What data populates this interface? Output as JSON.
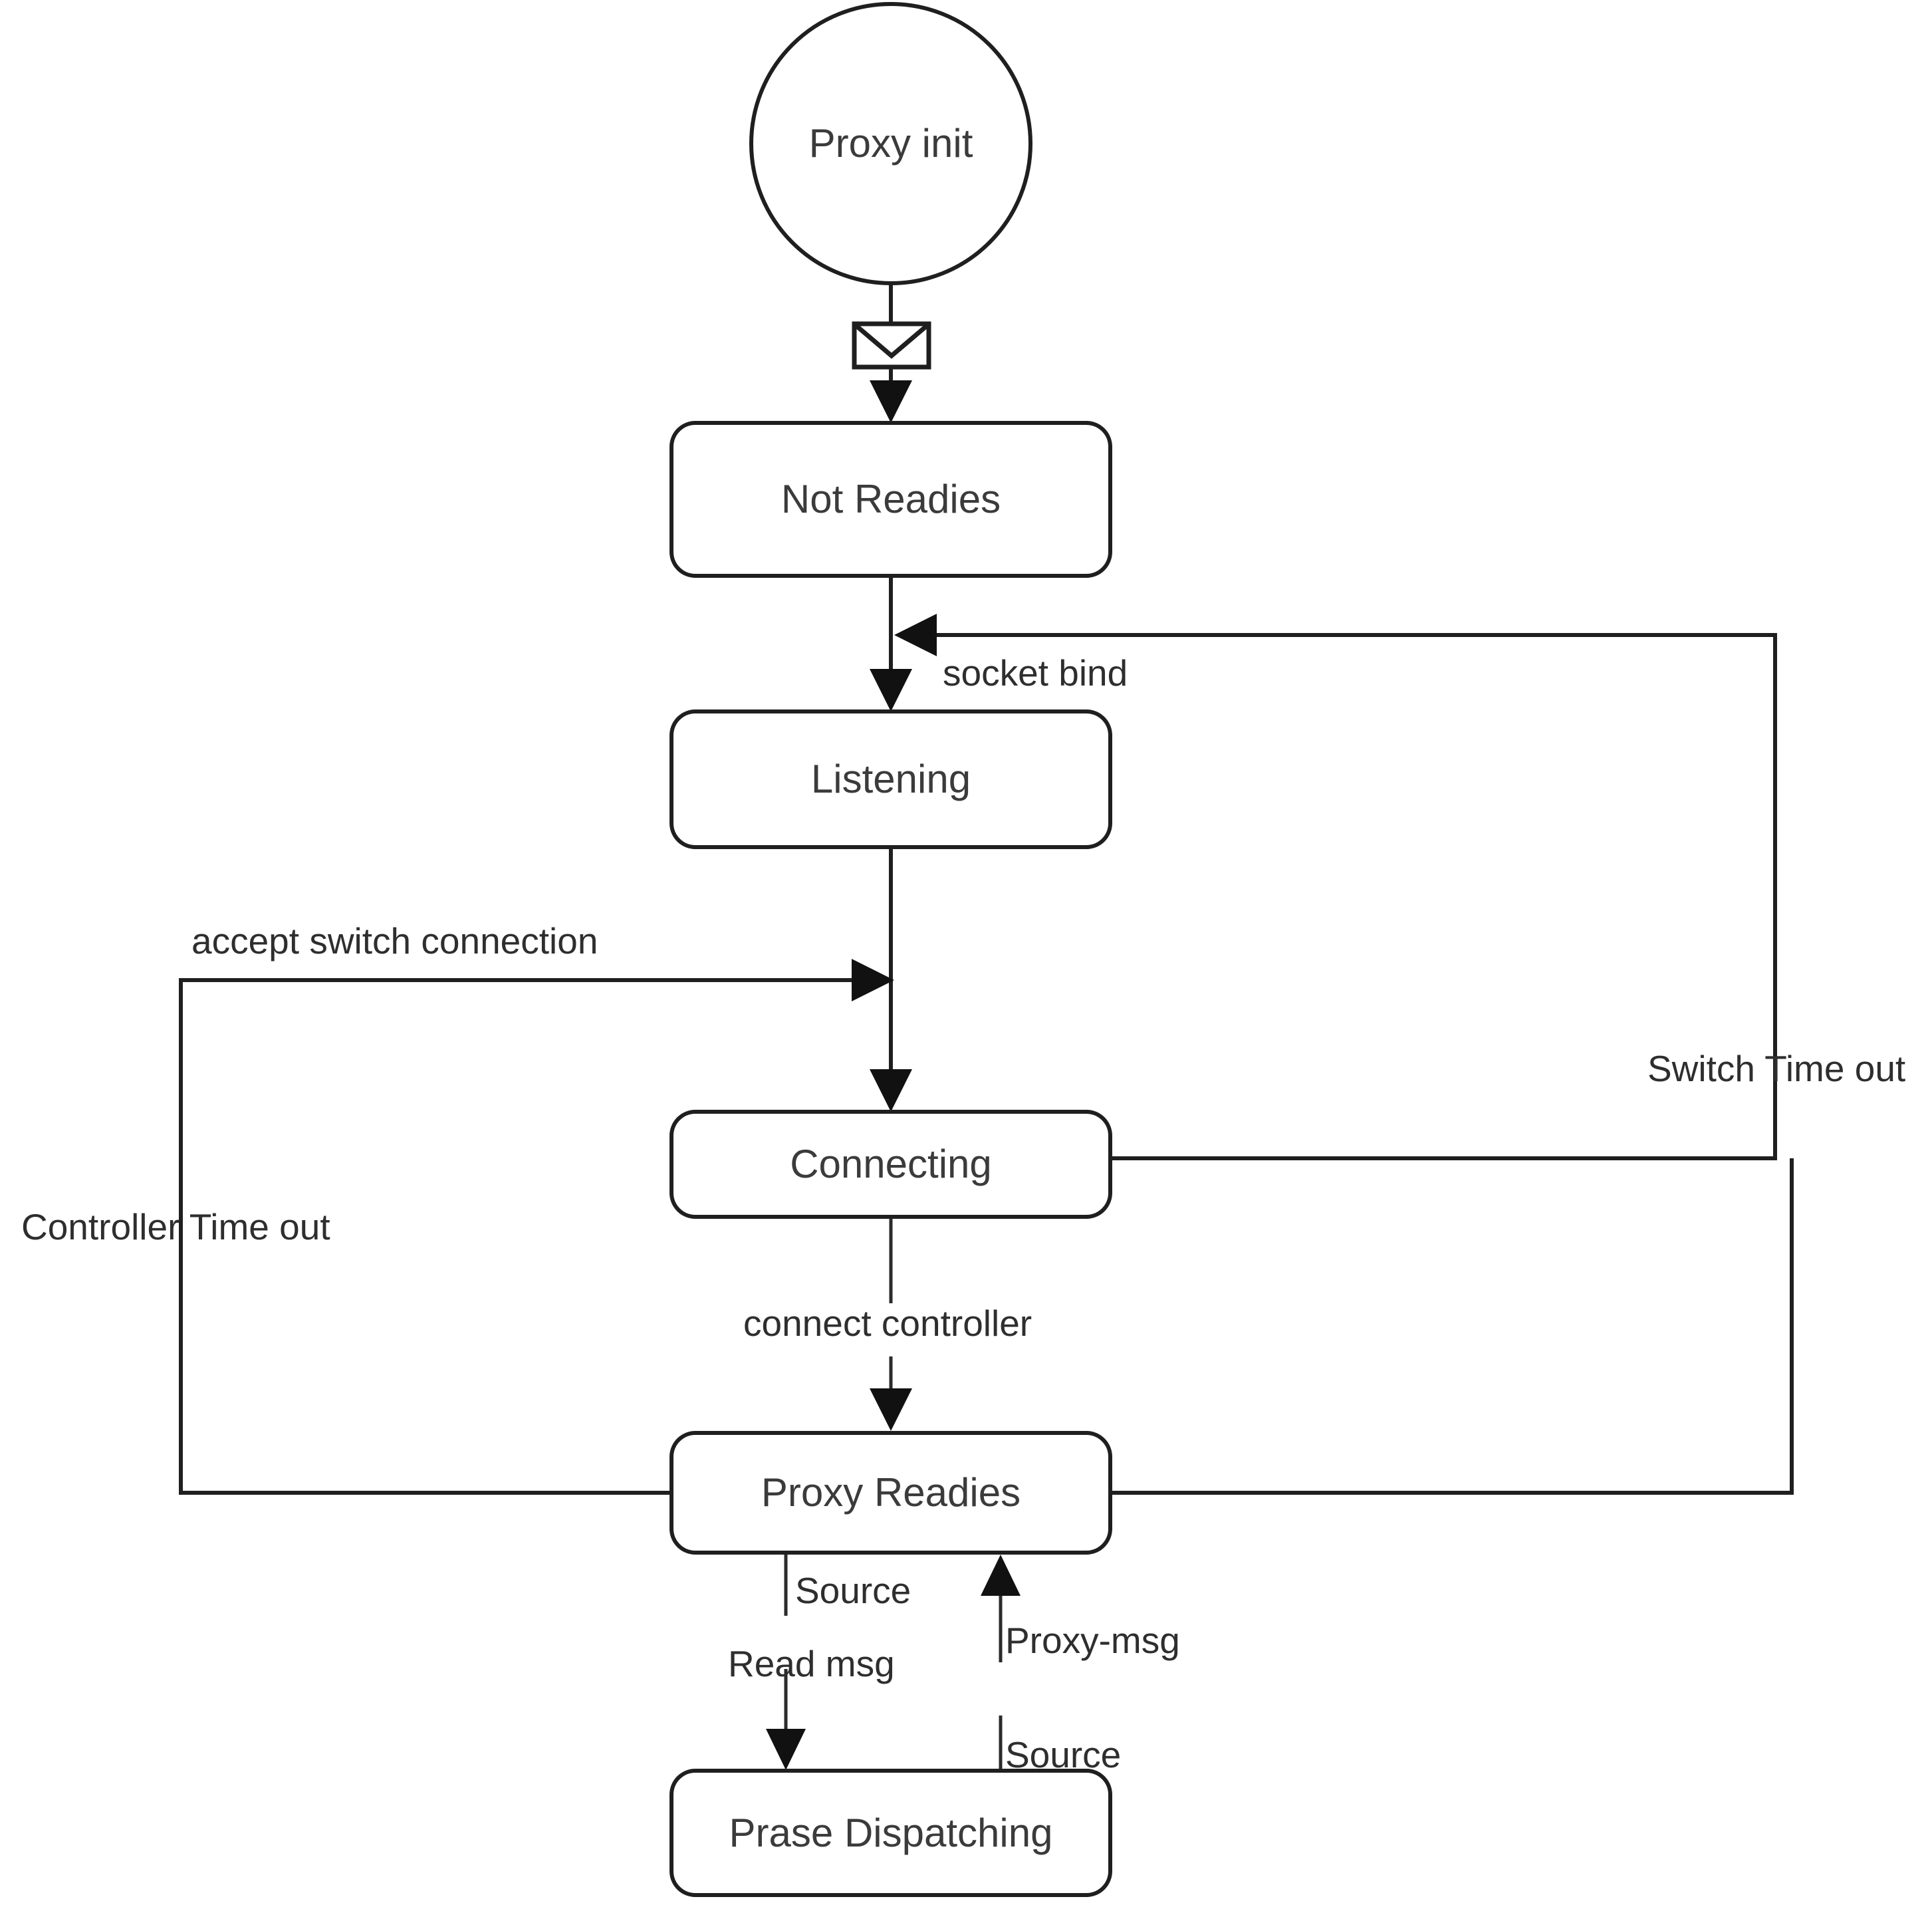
{
  "diagram": {
    "title": "Proxy state machine flowchart",
    "type": "state-flowchart",
    "stroke_color": "#1f1f1f",
    "text_color": "#3b3b3b",
    "background": "#ffffff",
    "nodes": [
      {
        "id": "proxy-init",
        "label": "Proxy init",
        "shape": "circle"
      },
      {
        "id": "not-readies",
        "label": "Not Readies",
        "shape": "rounded-rect"
      },
      {
        "id": "listening",
        "label": "Listening",
        "shape": "rounded-rect"
      },
      {
        "id": "connecting",
        "label": "Connecting",
        "shape": "rounded-rect"
      },
      {
        "id": "proxy-readies",
        "label": "Proxy Readies",
        "shape": "rounded-rect"
      },
      {
        "id": "prase-dispatching",
        "label": "Prase Dispatching",
        "shape": "rounded-rect"
      }
    ],
    "icons": [
      {
        "id": "envelope",
        "name": "envelope-icon"
      }
    ],
    "edges": [
      {
        "id": "init-to-notready",
        "from": "proxy-init",
        "to": "not-readies",
        "label": ""
      },
      {
        "id": "notready-to-listening",
        "from": "not-readies",
        "to": "listening",
        "label": "socket bind"
      },
      {
        "id": "listening-to-connecting",
        "from": "listening",
        "to": "connecting",
        "label": "accept switch connection"
      },
      {
        "id": "connecting-to-proxyready",
        "from": "connecting",
        "to": "proxy-readies",
        "label": "connect controller"
      },
      {
        "id": "proxyready-to-listening",
        "from": "proxy-readies",
        "to": "listening",
        "label": "Controller Time out"
      },
      {
        "id": "connecting-to-notready",
        "from": "connecting",
        "to": "not-readies",
        "label": "Switch Time out"
      },
      {
        "id": "proxyready-to-prase",
        "from": "proxy-readies",
        "to": "prase-dispatching",
        "label_top": "Source",
        "label_bottom": "Read msg"
      },
      {
        "id": "prase-to-proxyready",
        "from": "prase-dispatching",
        "to": "proxy-readies",
        "label_top": "Proxy-msg",
        "label_bottom": "Source"
      }
    ],
    "labels": {
      "socket_bind": "socket bind",
      "accept_switch_connection": "accept switch connection",
      "connect_controller": "connect controller",
      "controller_time_out": "Controller Time out",
      "switch_time_out": "Switch Time out",
      "source_top": "Source",
      "read_msg": "Read msg",
      "proxy_msg": "Proxy-msg",
      "source_bottom": "Source"
    }
  }
}
